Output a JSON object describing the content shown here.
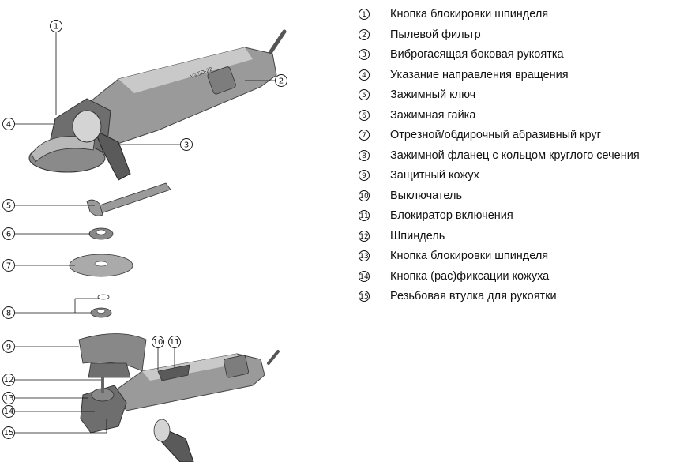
{
  "legend": [
    {
      "num": "1",
      "text": "Кнопка блокировки шпинделя"
    },
    {
      "num": "2",
      "text": "Пылевой фильтр"
    },
    {
      "num": "3",
      "text": "Виброгасящая боковая рукоятка"
    },
    {
      "num": "4",
      "text": "Указание направления вращения"
    },
    {
      "num": "5",
      "text": "Зажимный ключ"
    },
    {
      "num": "6",
      "text": "Зажимная гайка"
    },
    {
      "num": "7",
      "text": "Отрезной/обдирочный абразивный круг"
    },
    {
      "num": "8",
      "text": "Зажимной фланец с кольцом круглого сечения"
    },
    {
      "num": "9",
      "text": "Защитный кожух"
    },
    {
      "num": "10",
      "text": "Выключатель"
    },
    {
      "num": "11",
      "text": "Блокиратор включения"
    },
    {
      "num": "12",
      "text": "Шпиндель"
    },
    {
      "num": "13",
      "text": "Кнопка блокировки шпинделя"
    },
    {
      "num": "14",
      "text": "Кнопка (рас)фиксации кожуха"
    },
    {
      "num": "15",
      "text": "Резьбовая втулка для рукоятки"
    }
  ],
  "figure": {
    "callouts": [
      "1",
      "2",
      "3",
      "4",
      "5",
      "6",
      "7",
      "8",
      "9",
      "10",
      "11",
      "12",
      "13",
      "14",
      "15"
    ],
    "tool_labels": [
      "AG 5D-22"
    ]
  }
}
